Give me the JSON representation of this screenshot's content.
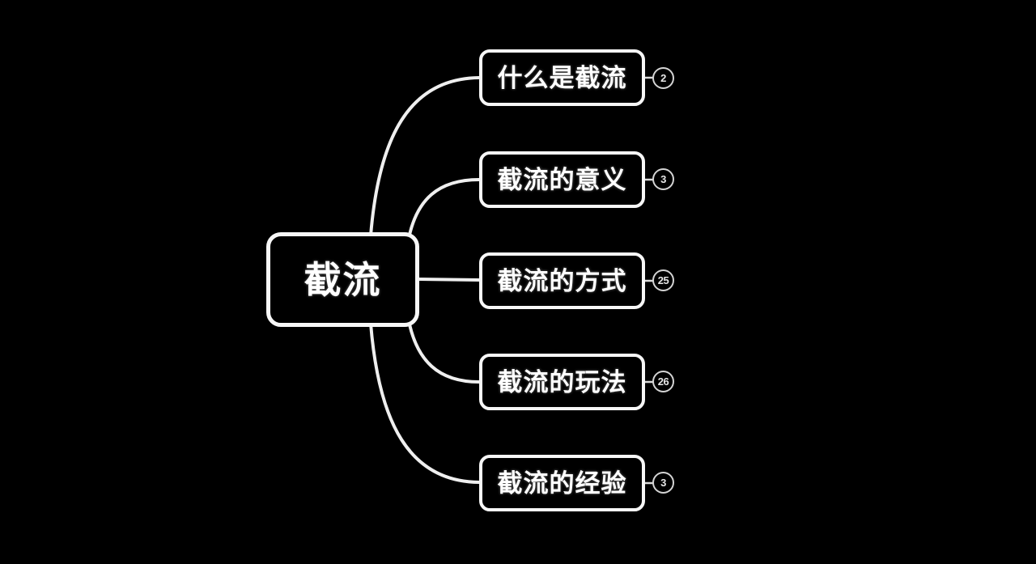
{
  "mindmap": {
    "root": {
      "label": "截流"
    },
    "branches": [
      {
        "label": "什么是截流",
        "badge": "2"
      },
      {
        "label": "截流的意义",
        "badge": "3"
      },
      {
        "label": "截流的方式",
        "badge": "25"
      },
      {
        "label": "截流的玩法",
        "badge": "26"
      },
      {
        "label": "截流的经验",
        "badge": "3"
      }
    ],
    "colors": {
      "background": "#000000",
      "node_fill": "#000000",
      "node_border": "#f7f7f7",
      "node_text": "#ffffff",
      "connector": "#efefef",
      "badge_border": "#d4d4d4",
      "badge_text": "#e6e6e6"
    }
  }
}
